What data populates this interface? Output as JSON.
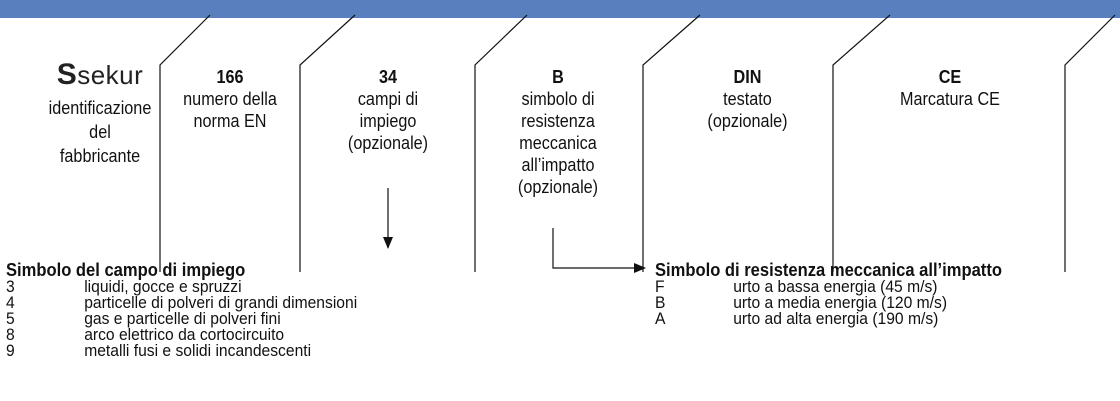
{
  "manufacturer": {
    "logo_text": "sekur",
    "description": "identificazione\ndel\nfabbricante"
  },
  "columns": [
    {
      "code": "166",
      "description": "numero della\nnorma EN"
    },
    {
      "code": "34",
      "description": "campi di\nimpiego\n(opzionale)"
    },
    {
      "code": "B",
      "description": "simbolo di\nresistenza\nmeccanica\nall’impatto\n(opzionale)"
    },
    {
      "code": "DIN",
      "description": "testato\n(opzionale)"
    },
    {
      "code": "CE",
      "description": "Marcatura CE"
    }
  ],
  "field_of_use": {
    "title": "Simbolo del campo di impiego",
    "items": [
      {
        "key": "3",
        "text": "liquidi, gocce e spruzzi"
      },
      {
        "key": "4",
        "text": "particelle di polveri di grandi dimensioni"
      },
      {
        "key": "5",
        "text": "gas e particelle di polveri fini"
      },
      {
        "key": "8",
        "text": "arco elettrico da cortocircuito"
      },
      {
        "key": "9",
        "text": "metalli fusi e solidi incandescenti"
      }
    ]
  },
  "impact_resistance": {
    "title": "Simbolo di resistenza meccanica all’impatto",
    "items": [
      {
        "key": "F",
        "text": "urto a bassa energia (45 m/s)"
      },
      {
        "key": "B",
        "text": "urto a media energia (120 m/s)"
      },
      {
        "key": "A",
        "text": "urto ad alta energia (190 m/s)"
      }
    ]
  },
  "colors": {
    "top_bar": "#5a7fbf"
  }
}
